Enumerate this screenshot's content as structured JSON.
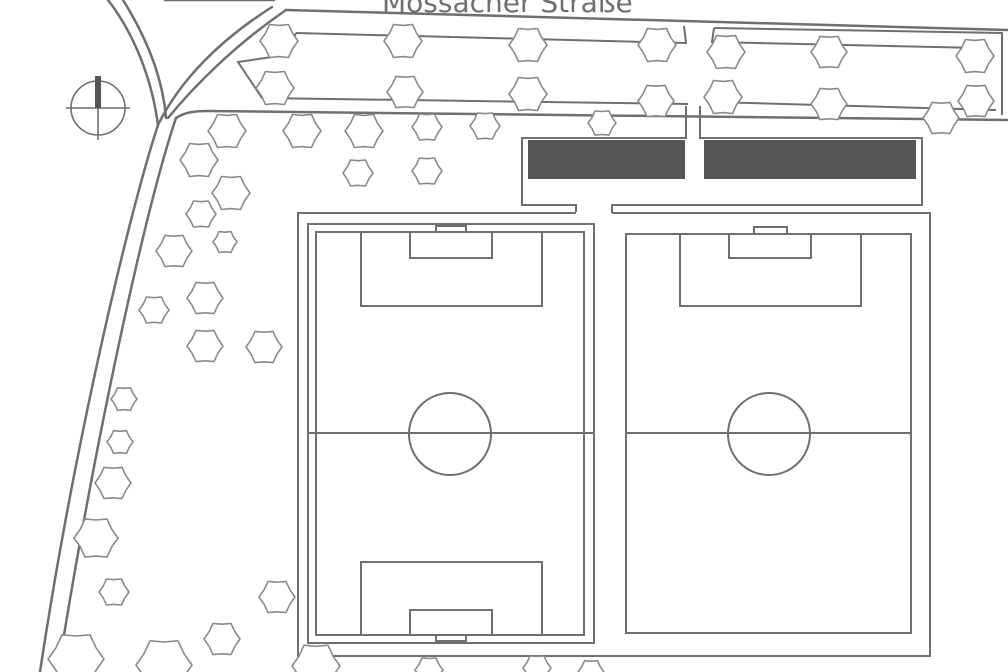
{
  "map": {
    "street_name": "Mössacher Straße",
    "colors": {
      "background": "#ffffff",
      "linework": "#6f6f6f",
      "tree_outline": "#8a8a8a",
      "building_fill": "#555555"
    },
    "features": {
      "north_arrow": "north-arrow-icon",
      "pitches": [
        "pitch-west",
        "pitch-east"
      ],
      "buildings": [
        "clubhouse-building-west",
        "clubhouse-building-east"
      ],
      "tree_symbol": "tree-icon"
    }
  }
}
